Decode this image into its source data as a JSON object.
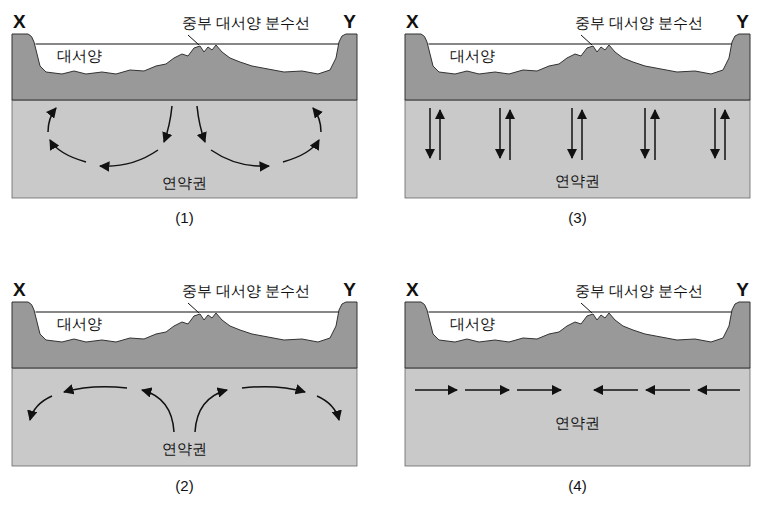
{
  "diagram": {
    "nodes": [
      {
        "text": [
          "연약권"
        ]
      },
      {
        "text": [
          "연약권"
        ]
      },
      {
        "text": [
          "연약권"
        ]
      },
      {
        "text": [
          "연약권"
        ]
      }
    ],
    "labels": [
      "X",
      "중부 대서양 분수선",
      "Y",
      "대서양",
      "(1)",
      "X",
      "중부 대서양 분수선",
      "Y",
      "대서양",
      "(3)",
      "X",
      "중부 대서양 분수선",
      "Y",
      "대서양",
      "(2)",
      "X",
      "중부 대서양 분수선",
      "Y",
      "대서양",
      "(4)"
    ]
  }
}
